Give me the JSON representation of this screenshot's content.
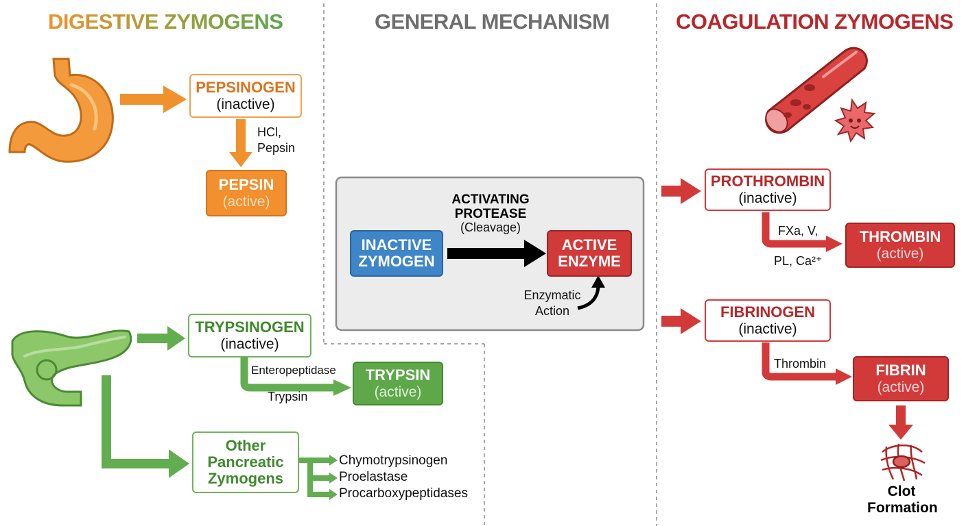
{
  "headers": {
    "digestive": "DIGESTIVE ZYMOGENS",
    "general": "GENERAL MECHANISM",
    "coagulation": "COAGULATION ZYMOGENS"
  },
  "digestive": {
    "pepsinogen": {
      "title": "PEPSINOGEN",
      "state": "(inactive)"
    },
    "pepsin_activator_1": "HCl,",
    "pepsin_activator_2": "Pepsin",
    "pepsin": {
      "title": "PEPSIN",
      "state": "(active)"
    },
    "trypsinogen": {
      "title": "TRYPSINOGEN",
      "state": "(inactive)"
    },
    "trypsin_activator_1": "Enteropeptidase",
    "trypsin_activator_2": "Trypsin",
    "trypsin": {
      "title": "TRYPSIN",
      "state": "(active)"
    },
    "other": {
      "line1": "Other",
      "line2": "Pancreatic",
      "line3": "Zymogens"
    },
    "other_list": [
      "Chymotrypsinogen",
      "Proelastase",
      "Procarboxypeptidases"
    ]
  },
  "general": {
    "inactive_line1": "INACTIVE",
    "inactive_line2": "ZYMOGEN",
    "protease_line1": "ACTIVATING",
    "protease_line2": "PROTEASE",
    "protease_line3": "(Cleavage)",
    "active_line1": "ACTIVE",
    "active_line2": "ENZYME",
    "enzymatic_line1": "Enzymatic",
    "enzymatic_line2": "Action"
  },
  "coagulation": {
    "prothrombin": {
      "title": "PROTHROMBIN",
      "state": "(inactive)"
    },
    "thrombin_activator_1": "FXa, V,",
    "thrombin_activator_2": "PL, Ca²⁺",
    "thrombin": {
      "title": "THROMBIN",
      "state": "(active)"
    },
    "fibrinogen": {
      "title": "FIBRINOGEN",
      "state": "(inactive)"
    },
    "fibrin_activator": "Thrombin",
    "fibrin": {
      "title": "FIBRIN",
      "state": "(active)"
    },
    "clot_line1": "Clot",
    "clot_line2": "Formation"
  },
  "colors": {
    "orange": "#f0912e",
    "green": "#62ad4f",
    "red": "#d23a3a",
    "blue": "#3f86c8",
    "gray": "#6e6e6e"
  },
  "icons": [
    "stomach-icon",
    "pancreas-icon",
    "blood-vessel-icon",
    "platelet-icon",
    "clot-mesh-icon"
  ]
}
